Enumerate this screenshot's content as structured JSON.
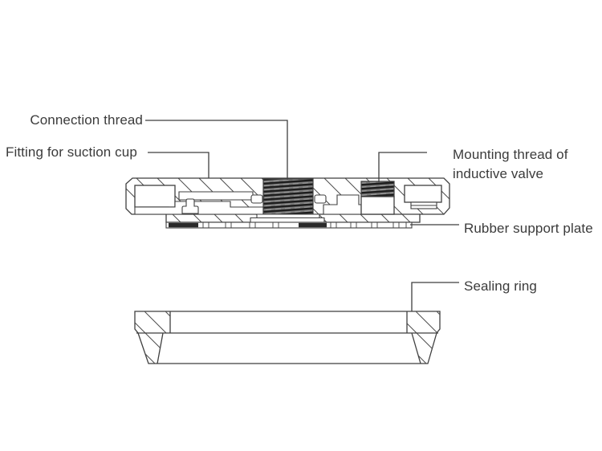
{
  "figure": {
    "labels": {
      "connection_thread": "Connection thread",
      "fitting_for_suction_cup": "Fitting for suction cup",
      "mounting_thread_line1": "Mounting thread of",
      "mounting_thread_line2": "inductive valve",
      "rubber_support_plate": "Rubber support plate",
      "sealing_ring": "Sealing ring"
    },
    "colors": {
      "background": "#ffffff",
      "line": "#3f3f3f",
      "text": "#3b3b3b",
      "hatch": "#4d4d4d",
      "thread_dark": "#1c1c1c",
      "thread_light": "#7a7a7a",
      "rubber_segment_dark": "#2a2a2a"
    }
  }
}
